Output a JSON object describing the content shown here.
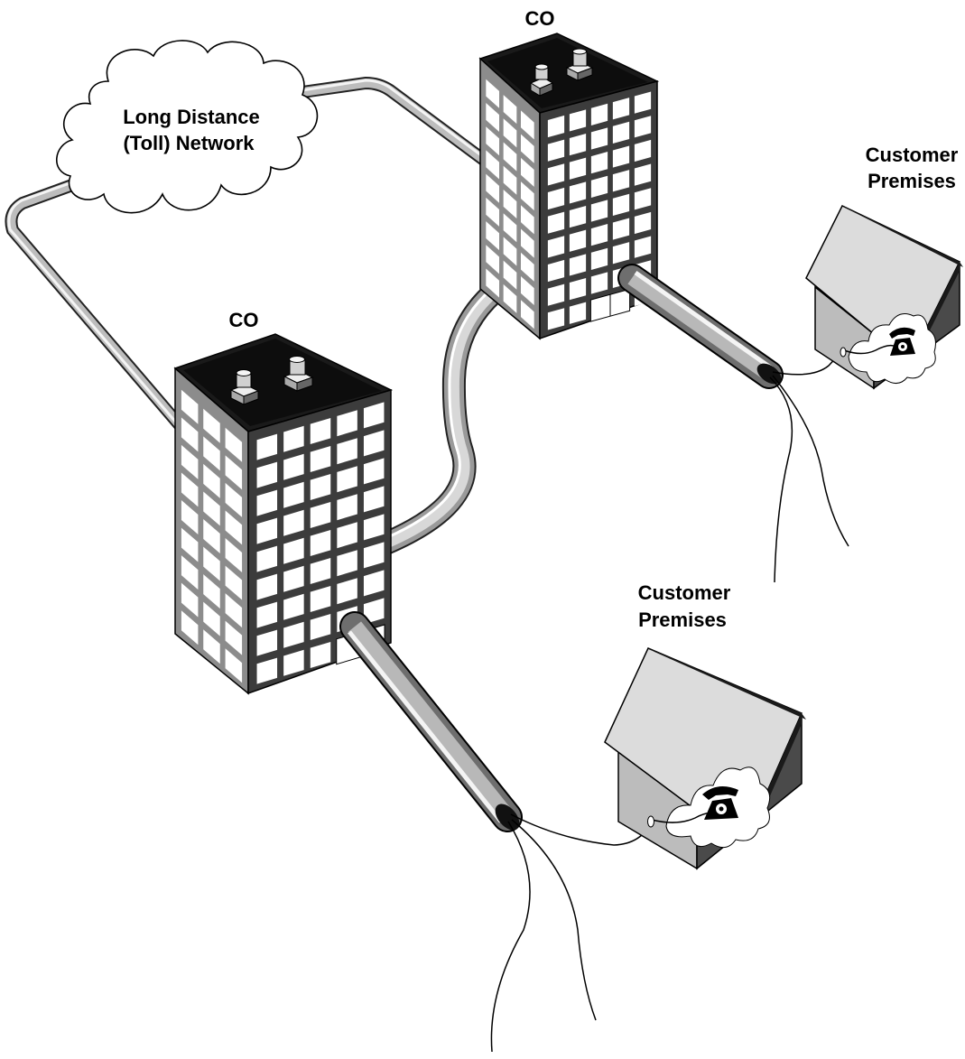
{
  "labels": {
    "cloud_line1": "Long Distance",
    "cloud_line2": "(Toll) Network",
    "co_top": "CO",
    "co_bottom": "CO",
    "premises_top_line1": "Customer",
    "premises_top_line2": "Premises",
    "premises_bottom_line1": "Customer",
    "premises_bottom_line2": "Premises"
  }
}
